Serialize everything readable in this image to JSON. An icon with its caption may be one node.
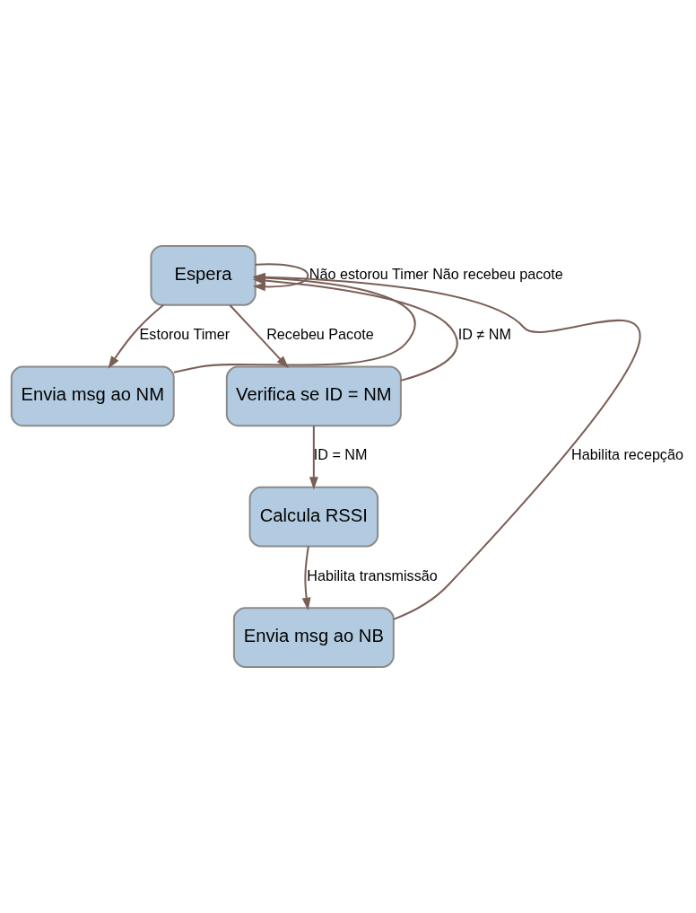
{
  "diagram": {
    "nodes": [
      {
        "text": [
          "Espera"
        ]
      },
      {
        "text": [
          "Envia msg ao NM"
        ]
      },
      {
        "text": [
          "Verifica se ID = NM"
        ]
      },
      {
        "text": [
          "Calcula RSSI"
        ]
      },
      {
        "text": [
          "Envia msg ao NB"
        ]
      }
    ],
    "edges": [
      {
        "from": 0,
        "to": 0,
        "arrow": "to",
        "label": "Não estorou Timer Não recebeu pacote"
      },
      {
        "from": 0,
        "to": 1,
        "arrow": "to",
        "label": "Estorou Timer"
      },
      {
        "from": 1,
        "to": 0,
        "arrow": "to"
      },
      {
        "from": 0,
        "to": 2,
        "arrow": "to",
        "label": "Recebeu Pacote"
      },
      {
        "from": 2,
        "to": 0,
        "arrow": "to",
        "label": "ID ≠ NM"
      },
      {
        "from": 2,
        "to": 3,
        "arrow": "to",
        "label": "ID = NM"
      },
      {
        "from": 3,
        "to": 4,
        "arrow": "to",
        "label": "Habilita transmissão"
      },
      {
        "from": 4,
        "to": 0,
        "arrow": "to",
        "label": "Habilita recepção"
      }
    ]
  }
}
